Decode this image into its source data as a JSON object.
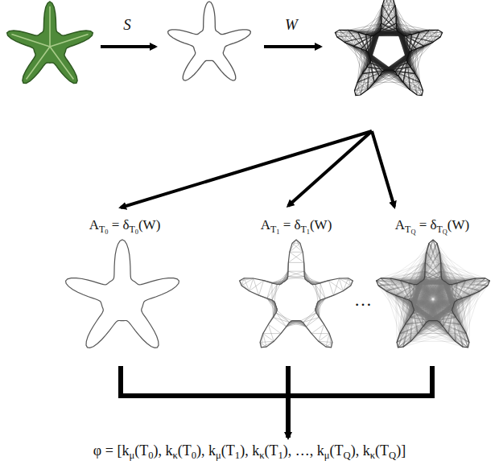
{
  "diagram": {
    "labels": [
      "S",
      "W",
      "AT0 = δT0(W)",
      "AT1 = δT1(W)",
      "…",
      "ATQ = δTQ(W)",
      "φ = [kμ(T0), kκ(T0), kμ(T1), kκ(T1), …, kμ(TQ), kκ(TQ)]"
    ]
  }
}
